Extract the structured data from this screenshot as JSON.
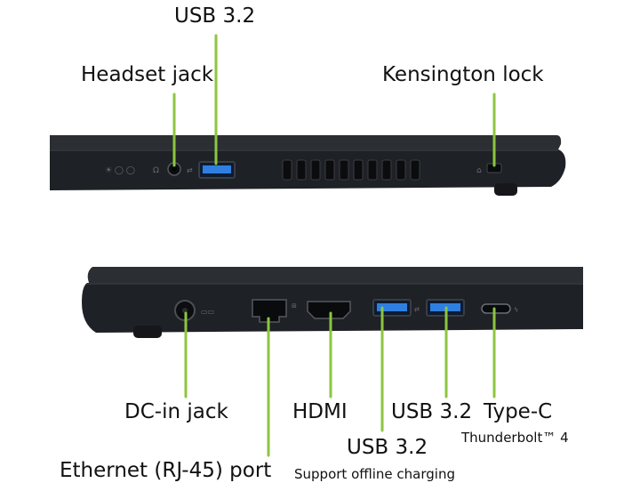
{
  "top_view": {
    "labels": {
      "usb": "USB 3.2",
      "headset": "Headset jack",
      "kensington": "Kensington lock"
    }
  },
  "bottom_view": {
    "labels": {
      "dc_in": "DC-in jack",
      "hdmi": "HDMI",
      "usb_a": "USB 3.2",
      "type_c": "Type-C",
      "thunderbolt": "Thunderbolt™ 4",
      "usb_b": "USB 3.2",
      "usb_b_note": "Support offline charging",
      "ethernet": "Ethernet (RJ-45) port"
    }
  },
  "colors": {
    "callout_line": "#8cc63f",
    "usb_blue": "#2f7fe0",
    "chassis": "#1e2126"
  }
}
